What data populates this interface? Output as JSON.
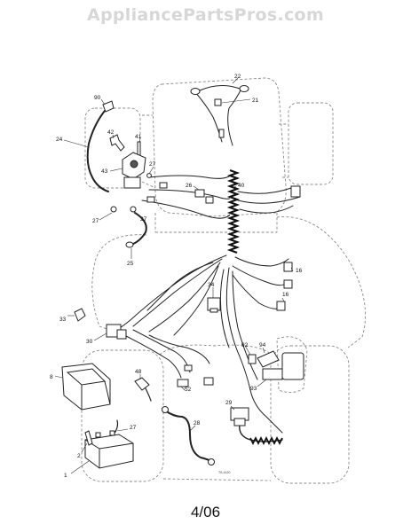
{
  "watermark": "AppliancePartsPros.com",
  "footer": "4/06",
  "diagram_code": "TS-4120",
  "callouts": [
    {
      "id": "c22",
      "label": "22"
    },
    {
      "id": "c21",
      "label": "21"
    },
    {
      "id": "c90",
      "label": "90"
    },
    {
      "id": "c24",
      "label": "24"
    },
    {
      "id": "c42",
      "label": "42"
    },
    {
      "id": "c41",
      "label": "41"
    },
    {
      "id": "c43",
      "label": "43"
    },
    {
      "id": "c27a",
      "label": "27"
    },
    {
      "id": "c26",
      "label": "26"
    },
    {
      "id": "c40",
      "label": "40"
    },
    {
      "id": "c27b",
      "label": "27"
    },
    {
      "id": "c27c",
      "label": "27"
    },
    {
      "id": "c25",
      "label": "25"
    },
    {
      "id": "c16a",
      "label": "16"
    },
    {
      "id": "c34",
      "label": "34"
    },
    {
      "id": "c16b",
      "label": "16"
    },
    {
      "id": "c33",
      "label": "33"
    },
    {
      "id": "c30",
      "label": "30"
    },
    {
      "id": "c92",
      "label": "92"
    },
    {
      "id": "c94",
      "label": "94"
    },
    {
      "id": "c93",
      "label": "93"
    },
    {
      "id": "c48",
      "label": "48"
    },
    {
      "id": "c52",
      "label": "52"
    },
    {
      "id": "c8",
      "label": "8"
    },
    {
      "id": "c29",
      "label": "29"
    },
    {
      "id": "c27d",
      "label": "27"
    },
    {
      "id": "c28",
      "label": "28"
    },
    {
      "id": "c2",
      "label": "2"
    },
    {
      "id": "c1",
      "label": "1"
    }
  ]
}
